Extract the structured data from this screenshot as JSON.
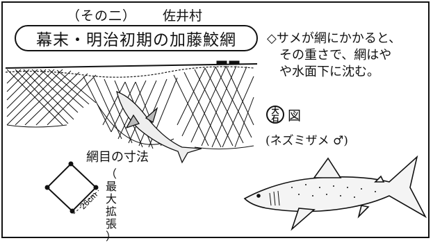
{
  "header": {
    "subtitle": "（その二）",
    "village": "佐井村",
    "title": "幕末・明治初期の加藤鮫網"
  },
  "note": {
    "lines": [
      "◇サメが網にかかると、",
      "その重さで、網はや",
      "や水面下に沈む。"
    ]
  },
  "figure": {
    "badge_top": "大",
    "badge_bottom": "石",
    "label": "図",
    "species": "(ネズミザメ ♂)"
  },
  "mesh": {
    "label": "網目の寸法",
    "size": "26cm",
    "vertical_note": [
      "（",
      "最",
      "大",
      "拡",
      "張",
      "）"
    ]
  }
}
